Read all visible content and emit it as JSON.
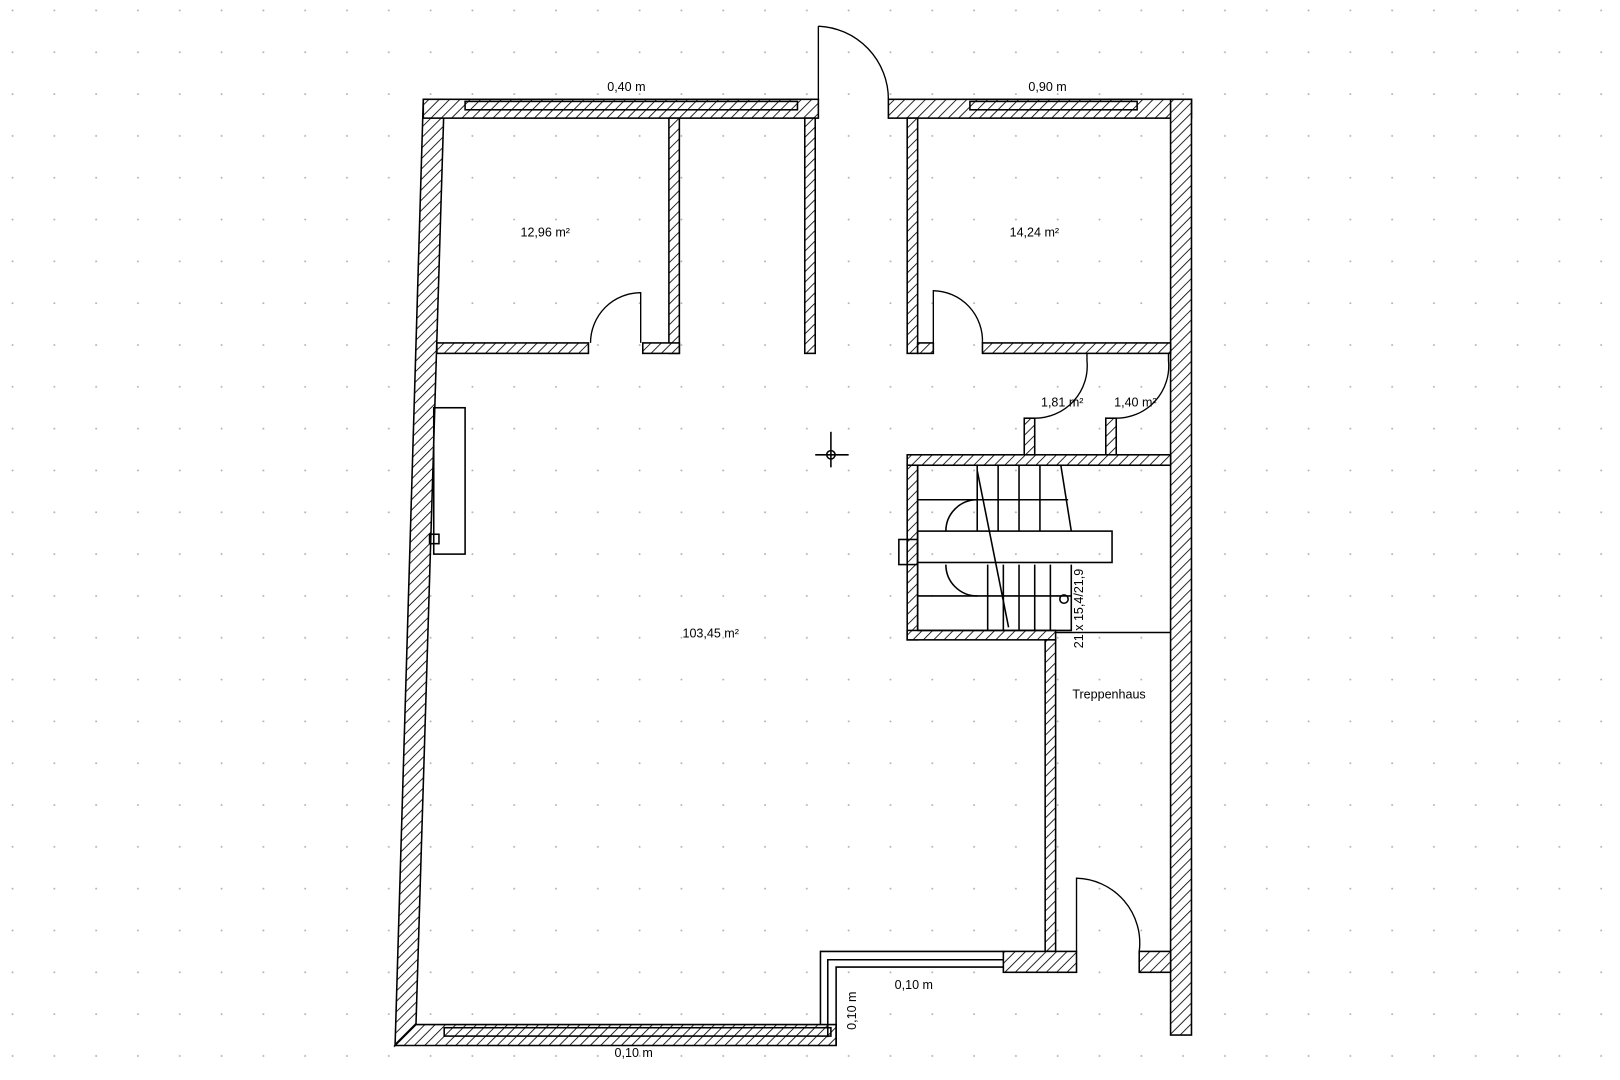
{
  "plan": {
    "dimensions": {
      "top_left": "0,40 m",
      "top_right": "0,90 m",
      "bottom_left": "0,10 m",
      "bottom_step_horizontal": "0,10 m",
      "bottom_step_vertical": "0,10 m"
    },
    "rooms": {
      "room_top_left": "12,96 m²",
      "room_top_right": "14,24 m²",
      "closet_1": "1,81 m²",
      "closet_2": "1,40 m²",
      "main_room": "103,45 m²",
      "stairwell": "Treppenhaus"
    },
    "stair_label": "21 x 15,4/21,9",
    "colors": {
      "line": "#000000",
      "background": "#ffffff",
      "grid_dot": "#b0b0b0"
    }
  }
}
